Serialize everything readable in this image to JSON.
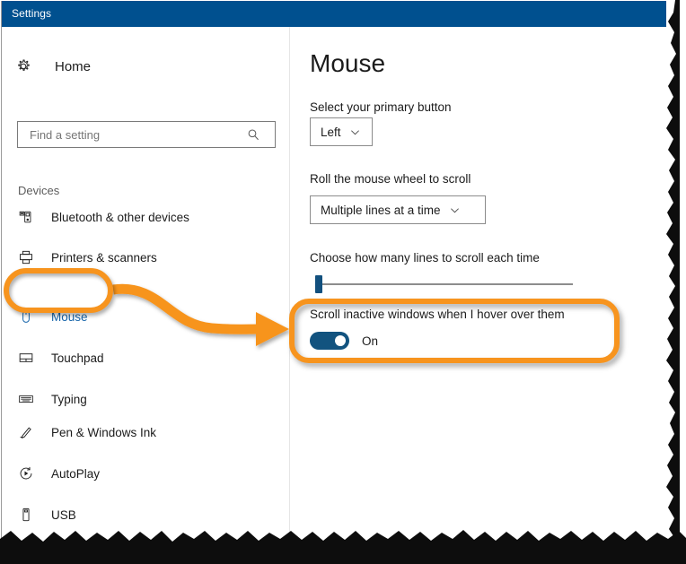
{
  "window": {
    "title": "Settings"
  },
  "colors": {
    "titlebar": "#00508f",
    "accent_selected_text": "#1866ab",
    "toggle_on": "#12537f",
    "annotation_orange": "#F7941E",
    "slider_thumb": "#12507e"
  },
  "nav": {
    "home": {
      "label": "Home",
      "icon": "gear-icon"
    },
    "search": {
      "value": "",
      "placeholder": "Find a setting",
      "icon": "search-icon"
    },
    "group_header": "Devices",
    "items": [
      {
        "label": "Bluetooth & other devices",
        "icon": "bluetooth-device-icon",
        "selected": false
      },
      {
        "label": "Printers & scanners",
        "icon": "printer-icon",
        "selected": false
      },
      {
        "label": "Mouse",
        "icon": "mouse-icon",
        "selected": true
      },
      {
        "label": "Touchpad",
        "icon": "touchpad-icon",
        "selected": false
      },
      {
        "label": "Typing",
        "icon": "keyboard-icon",
        "selected": false
      },
      {
        "label": "Pen & Windows Ink",
        "icon": "pen-icon",
        "selected": false
      },
      {
        "label": "AutoPlay",
        "icon": "autoplay-icon",
        "selected": false
      },
      {
        "label": "USB",
        "icon": "usb-icon",
        "selected": false
      }
    ]
  },
  "content": {
    "title": "Mouse",
    "primary_button": {
      "label": "Select your primary button",
      "value": "Left",
      "chevron": "chevron-down-icon"
    },
    "wheel_scroll": {
      "label": "Roll the mouse wheel to scroll",
      "value": "Multiple lines at a time",
      "chevron": "chevron-down-icon"
    },
    "lines_slider": {
      "label": "Choose how many lines to scroll each time"
    },
    "inactive_scroll": {
      "label": "Scroll inactive windows when I hover over them",
      "state": "On"
    }
  },
  "annotations": {
    "nav_highlight_target": "Mouse",
    "toggle_highlight_target": "Scroll inactive windows when I hover over them",
    "arrow": "curved-arrow"
  }
}
